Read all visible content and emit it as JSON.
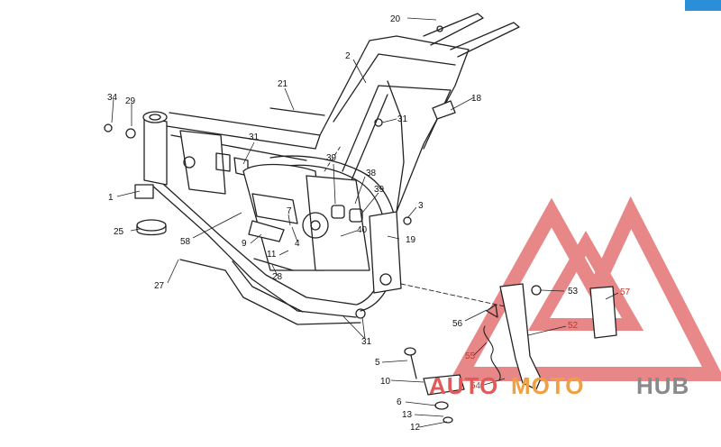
{
  "diagram": {
    "callouts": [
      {
        "id": "c20",
        "label": "20"
      },
      {
        "id": "c2",
        "label": "2"
      },
      {
        "id": "c21",
        "label": "21"
      },
      {
        "id": "c18",
        "label": "18"
      },
      {
        "id": "c31a",
        "label": "31"
      },
      {
        "id": "c34",
        "label": "34"
      },
      {
        "id": "c29",
        "label": "29"
      },
      {
        "id": "c31b",
        "label": "31"
      },
      {
        "id": "c39a",
        "label": "39"
      },
      {
        "id": "c38",
        "label": "38"
      },
      {
        "id": "c39b",
        "label": "39"
      },
      {
        "id": "c1",
        "label": "1"
      },
      {
        "id": "c7",
        "label": "7"
      },
      {
        "id": "c3",
        "label": "3"
      },
      {
        "id": "c40",
        "label": "40"
      },
      {
        "id": "c25",
        "label": "25"
      },
      {
        "id": "c19",
        "label": "19"
      },
      {
        "id": "c58",
        "label": "58"
      },
      {
        "id": "c9",
        "label": "9"
      },
      {
        "id": "c4",
        "label": "4"
      },
      {
        "id": "c11",
        "label": "11"
      },
      {
        "id": "c27",
        "label": "27"
      },
      {
        "id": "c28",
        "label": "28"
      },
      {
        "id": "c53",
        "label": "53"
      },
      {
        "id": "c57",
        "label": "57"
      },
      {
        "id": "c56",
        "label": "56"
      },
      {
        "id": "c52",
        "label": "52"
      },
      {
        "id": "c31c",
        "label": "31"
      },
      {
        "id": "c55",
        "label": "55"
      },
      {
        "id": "c5",
        "label": "5"
      },
      {
        "id": "c10",
        "label": "10"
      },
      {
        "id": "c54",
        "label": "54"
      },
      {
        "id": "c6",
        "label": "6"
      },
      {
        "id": "c13",
        "label": "13"
      },
      {
        "id": "c12",
        "label": "12"
      }
    ],
    "red_callouts": [
      "57",
      "52",
      "55",
      "54"
    ]
  },
  "watermark": {
    "auto": "AUTO",
    "moto": "MOTO",
    "hub": "HUB",
    "color_red": "#e05a5a",
    "color_orange": "#f0a040",
    "color_gray": "#8a8a8a"
  },
  "accent": {
    "corner_badge": "#2a8fd8"
  }
}
